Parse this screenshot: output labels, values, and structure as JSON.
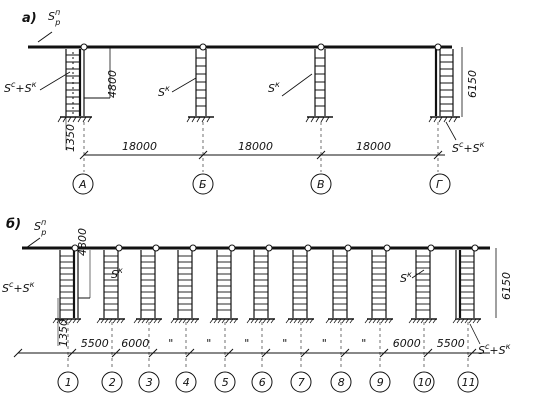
{
  "panel_a": {
    "label": "а)",
    "roof_load": "S",
    "roof_load_sup": "п",
    "roof_load_sub": "р",
    "load_main": "S",
    "load_main_sup": "с",
    "load_plus": "+S",
    "load_plus_sup": "к",
    "load_k": "S",
    "load_k_sup": "к",
    "dims_vertical": [
      "4800",
      "1350",
      "6150"
    ],
    "spans": [
      "18000",
      "18000",
      "18000"
    ],
    "axes": [
      "А",
      "Б",
      "В",
      "Г"
    ]
  },
  "panel_b": {
    "label": "б)",
    "roof_load": "S",
    "roof_load_sup": "п",
    "roof_load_sub": "р",
    "load_main": "S",
    "load_main_sup": "с",
    "load_plus": "+S",
    "load_plus_sup": "к",
    "load_k": "S",
    "load_k_sup": "к",
    "dims_vertical": [
      "4800",
      "1350",
      "6150"
    ],
    "spans": [
      "5500",
      "6000",
      "\"",
      "\"",
      "\"",
      "\"",
      "\"",
      "\"",
      "6000",
      "5500"
    ],
    "axes": [
      "1",
      "2",
      "3",
      "4",
      "5",
      "6",
      "7",
      "8",
      "9",
      "10",
      "11"
    ]
  }
}
